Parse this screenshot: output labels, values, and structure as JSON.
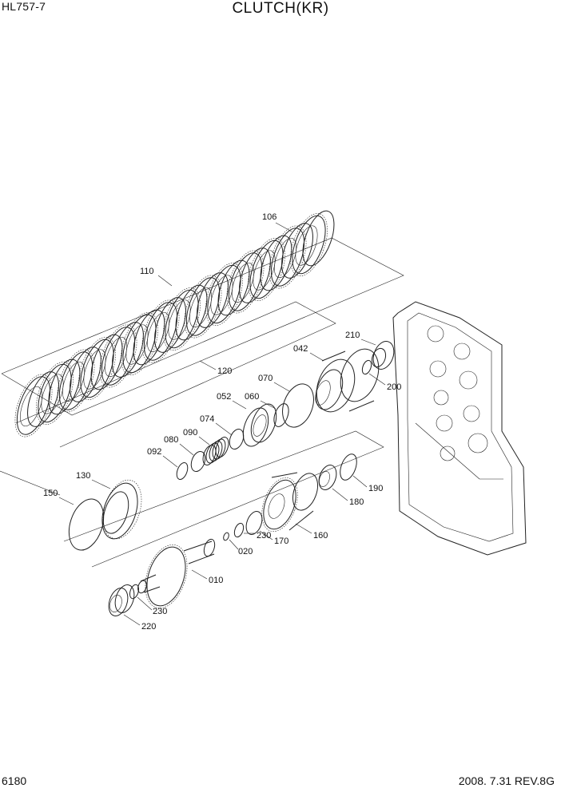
{
  "header": {
    "model": "HL757-7",
    "title": "CLUTCH(KR)"
  },
  "footer": {
    "page": "6180",
    "date_rev": "2008. 7.31  REV.8G"
  },
  "parts": [
    {
      "id": "p106",
      "label": "106"
    },
    {
      "id": "p110",
      "label": "110"
    },
    {
      "id": "p120",
      "label": "120"
    },
    {
      "id": "p042",
      "label": "042"
    },
    {
      "id": "p210",
      "label": "210"
    },
    {
      "id": "p200",
      "label": "200"
    },
    {
      "id": "p070",
      "label": "070"
    },
    {
      "id": "p052",
      "label": "052"
    },
    {
      "id": "p060",
      "label": "060"
    },
    {
      "id": "p074",
      "label": "074"
    },
    {
      "id": "p090",
      "label": "090"
    },
    {
      "id": "p080",
      "label": "080"
    },
    {
      "id": "p092",
      "label": "092"
    },
    {
      "id": "p130",
      "label": "130"
    },
    {
      "id": "p150",
      "label": "150"
    },
    {
      "id": "p190",
      "label": "190"
    },
    {
      "id": "p180",
      "label": "180"
    },
    {
      "id": "p160",
      "label": "160"
    },
    {
      "id": "p170",
      "label": "170"
    },
    {
      "id": "p020",
      "label": "020"
    },
    {
      "id": "p230a",
      "label": "230"
    },
    {
      "id": "p010",
      "label": "010"
    },
    {
      "id": "p230b",
      "label": "230"
    },
    {
      "id": "p220",
      "label": "220"
    }
  ]
}
